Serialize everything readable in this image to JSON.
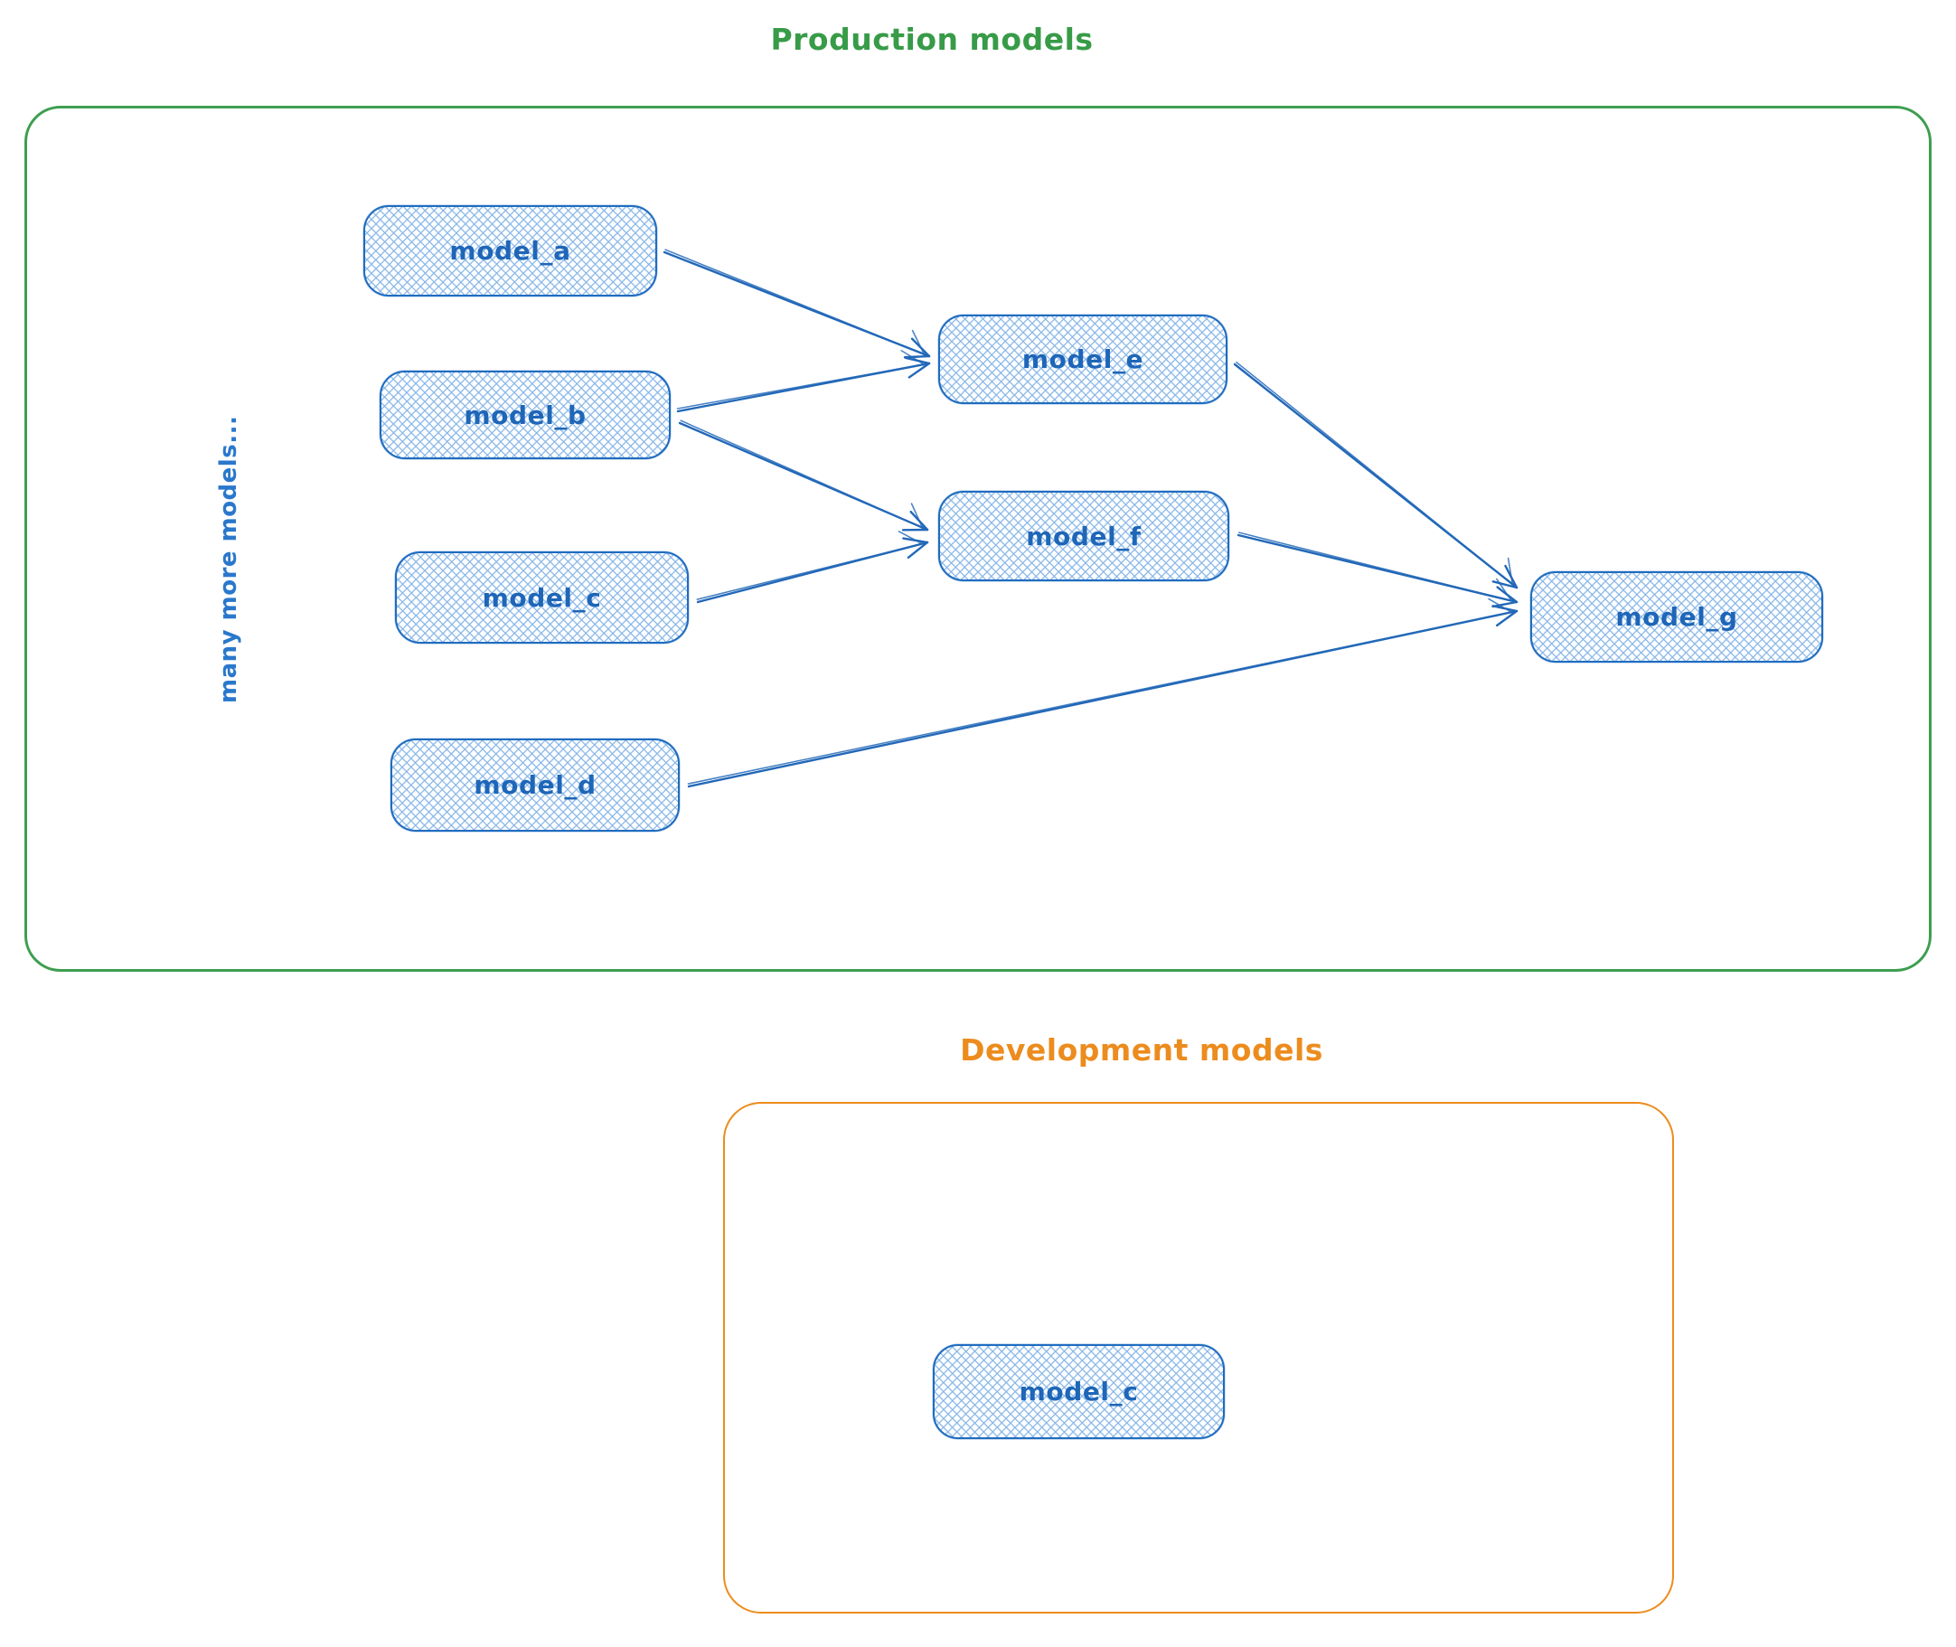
{
  "diagram": {
    "production": {
      "title": "Production models",
      "side_note": "many more models...",
      "nodes": [
        {
          "id": "model_a",
          "label": "model_a"
        },
        {
          "id": "model_b",
          "label": "model_b"
        },
        {
          "id": "model_c",
          "label": "model_c"
        },
        {
          "id": "model_d",
          "label": "model_d"
        },
        {
          "id": "model_e",
          "label": "model_e"
        },
        {
          "id": "model_f",
          "label": "model_f"
        },
        {
          "id": "model_g",
          "label": "model_g"
        }
      ],
      "edges": [
        {
          "from": "model_a",
          "to": "model_e"
        },
        {
          "from": "model_b",
          "to": "model_e"
        },
        {
          "from": "model_b",
          "to": "model_f"
        },
        {
          "from": "model_c",
          "to": "model_f"
        },
        {
          "from": "model_d",
          "to": "model_g"
        },
        {
          "from": "model_e",
          "to": "model_g"
        },
        {
          "from": "model_f",
          "to": "model_g"
        }
      ]
    },
    "development": {
      "title": "Development models",
      "nodes": [
        {
          "id": "dev_model_c",
          "label": "model_c"
        }
      ]
    },
    "colors": {
      "production_frame": "#3d9e50",
      "development_frame": "#ec8c1e",
      "node_border": "#1f6cbf",
      "node_hatch": "#86b4e6",
      "node_text": "#1e66b8",
      "arrow": "#2268b8",
      "side_note_text": "#2a78cc"
    }
  }
}
